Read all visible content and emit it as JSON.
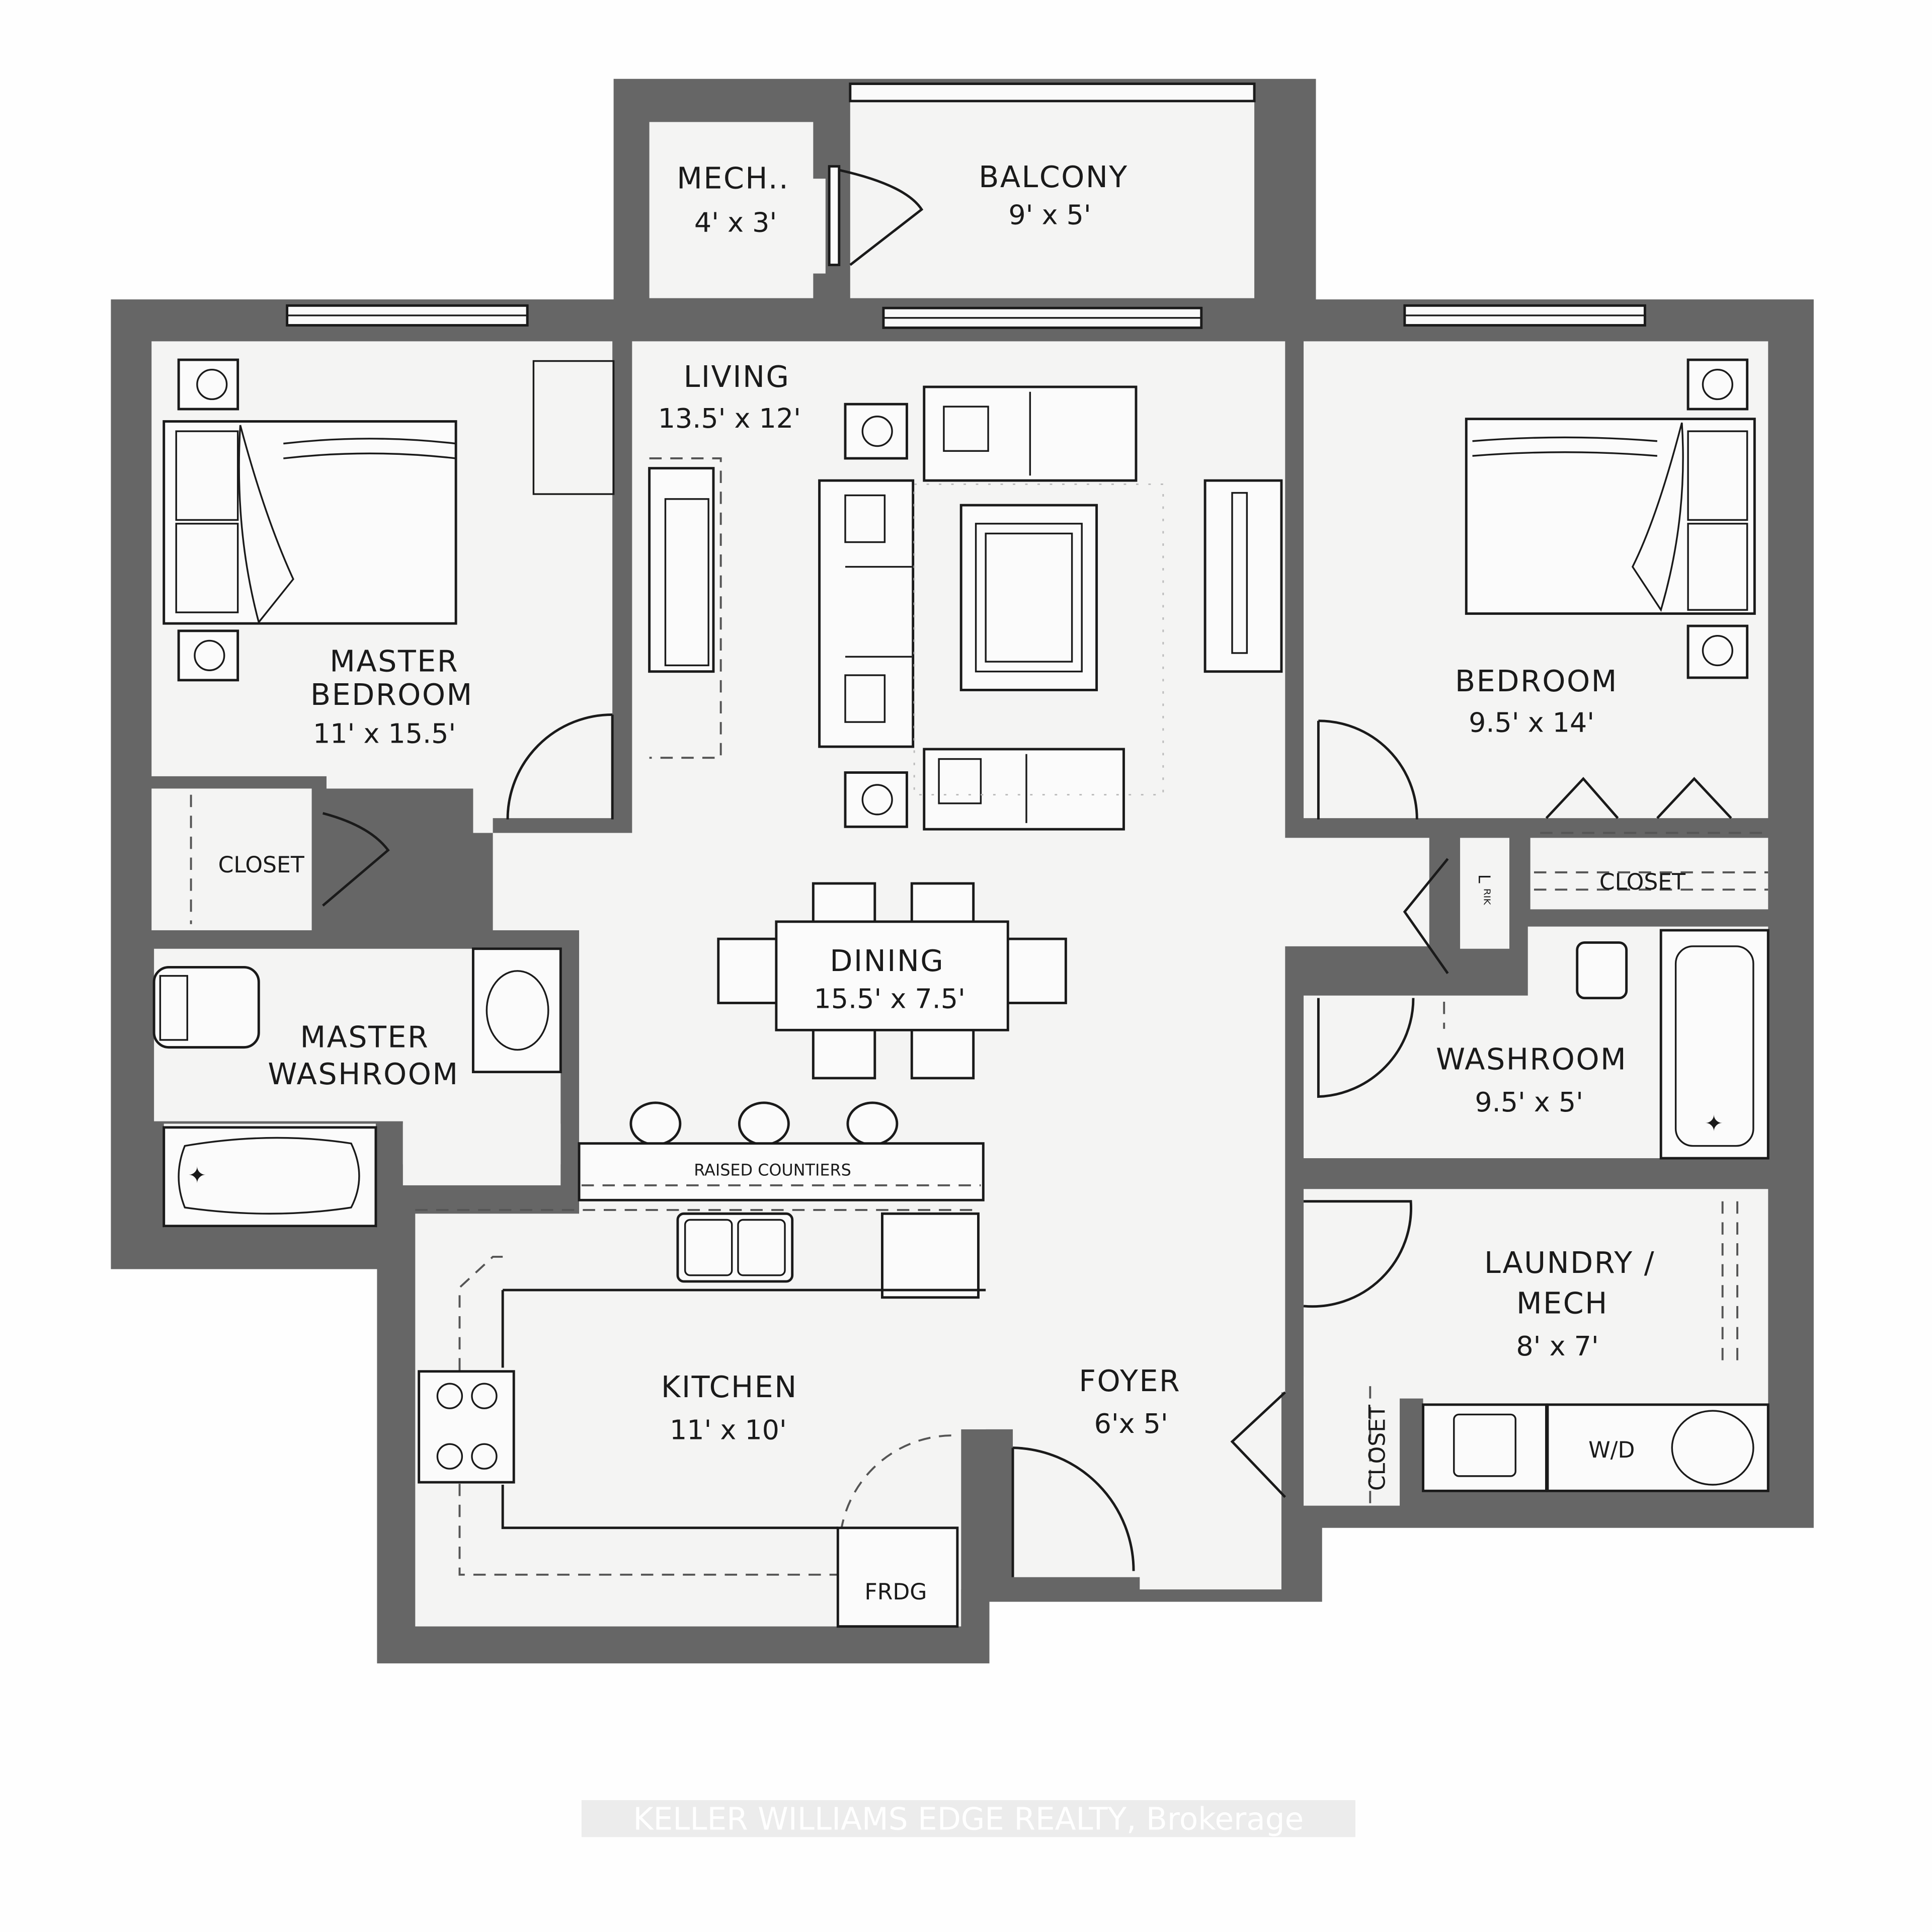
{
  "floorplan": {
    "rooms": [
      {
        "id": "mech",
        "name": "MECH..",
        "dimensions": "4' x 3'"
      },
      {
        "id": "balcony",
        "name": "BALCONY",
        "dimensions": "9' x 5'"
      },
      {
        "id": "living",
        "name": "LIVING",
        "dimensions": "13.5' x 12'"
      },
      {
        "id": "master_bedroom",
        "name_line1": "MASTER",
        "name_line2": "BEDROOM",
        "dimensions": "11' x 15.5'"
      },
      {
        "id": "bedroom",
        "name": "BEDROOM",
        "dimensions": "9.5' x 14'"
      },
      {
        "id": "dining",
        "name": "DINING",
        "dimensions": "15.5' x 7.5'"
      },
      {
        "id": "master_washroom",
        "name_line1": "MASTER",
        "name_line2": "WASHROOM"
      },
      {
        "id": "washroom",
        "name": "WASHROOM",
        "dimensions": "9.5' x 5'"
      },
      {
        "id": "laundry",
        "name_line1": "LAUNDRY /",
        "name_line2": "MECH",
        "dimensions": "8' x 7'"
      },
      {
        "id": "kitchen",
        "name": "KITCHEN",
        "dimensions": "11' x 10'"
      },
      {
        "id": "foyer",
        "name": "FOYER",
        "dimensions": "6'x 5'"
      }
    ],
    "fixtures": {
      "master_closet": "CLOSET",
      "bedroom_closet": "CLOSET",
      "foyer_closet": "CLOSET",
      "linen_closet": "L ᴿᴵᴷ",
      "raised_counters": "RAISED COUNTIERS",
      "fridge": "FRDG",
      "washer_dryer": "W/D"
    },
    "colors": {
      "wall": "#666666",
      "floor": "#f4f4f3",
      "line": "#1a1a1a"
    }
  },
  "watermark": "KELLER WILLIAMS EDGE REALTY, Brokerage"
}
